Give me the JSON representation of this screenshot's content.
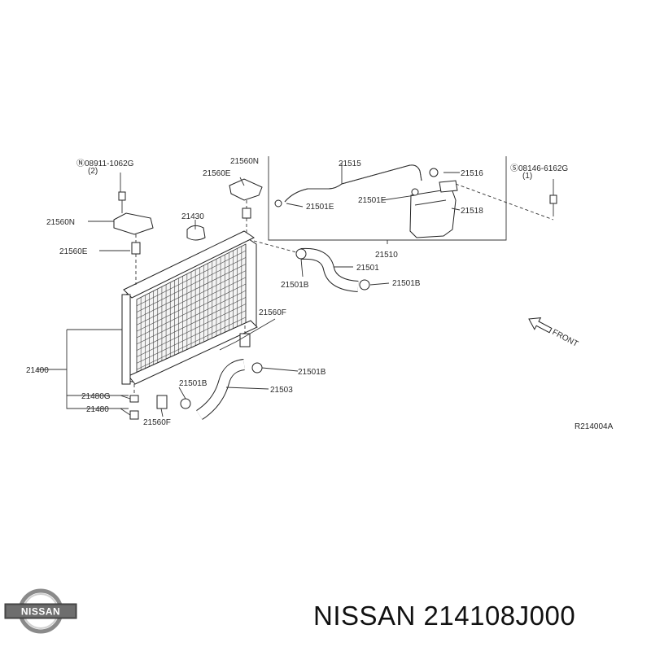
{
  "labels": {
    "bolt_left": "Ⓝ08911-1062G",
    "bolt_left_qty": "(2)",
    "p21560n_top": "21560N",
    "p21560e_top": "21560E",
    "p21430": "21430",
    "p21560n": "21560N",
    "p21560e": "21560E",
    "p21515": "21515",
    "p21516": "21516",
    "bolt_right": "Ⓢ08146-6162G",
    "bolt_right_qty": "(1)",
    "p21501e_a": "21501E",
    "p21501e_b": "21501E",
    "p21518": "21518",
    "p21510": "21510",
    "p21501": "21501",
    "p21501b_a": "21501B",
    "p21501b_b": "21501B",
    "p21560f_a": "21560F",
    "p21400": "21400",
    "p21501b_c": "21501B",
    "p21501b_d": "21501B",
    "p21503": "21503",
    "p21480g": "21480G",
    "p21480": "21480",
    "p21560f_b": "21560F",
    "front": "FRONT",
    "ref": "R214004A"
  },
  "footer": {
    "title": "NISSAN 214108J000"
  },
  "logo": {
    "text": "NISSAN"
  }
}
